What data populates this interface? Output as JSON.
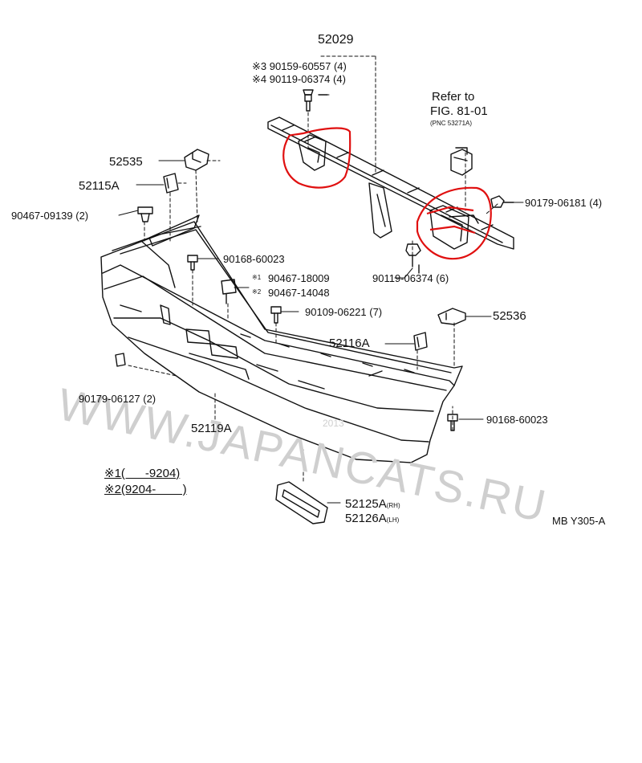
{
  "diagram": {
    "watermark": "WWW.JAPANCATS.RU",
    "watermark_year": "2013",
    "figure_code": "MB Y305-A",
    "reference": {
      "line1": "Refer to",
      "line2": "FIG. 81-01",
      "line3": "(PNC 53271A)"
    },
    "notes": {
      "note1_mark": "※1",
      "note1_text": "(      -9204)",
      "note2_mark": "※2",
      "note2_text": "(9204-        )"
    },
    "parts": {
      "p52029": "52029",
      "p90159": "※3 90159-60557 (4)",
      "p90119a": "※4 90119-06374 (4)",
      "p52535": "52535",
      "p52115A": "52115A",
      "p90467_09139": "90467-09139 (2)",
      "p90168_a": "90168-60023",
      "p90467_18009_mark": "※1",
      "p90467_18009": "90467-18009",
      "p90467_14048_mark": "※2",
      "p90467_14048": "90467-14048",
      "p90109": "90109-06221 (7)",
      "p90179_06181": "90179-06181 (4)",
      "p90119b": "90119-06374 (6)",
      "p52536": "52536",
      "p52116A": "52116A",
      "p90179_06127": "90179-06127 (2)",
      "p52119A": "52119A",
      "p90168_b": "90168-60023",
      "p52125A": "52125A",
      "p52125A_side": "(RH)",
      "p52126A": "52126A",
      "p52126A_side": "(LH)"
    },
    "highlight_color": "#e01010"
  }
}
